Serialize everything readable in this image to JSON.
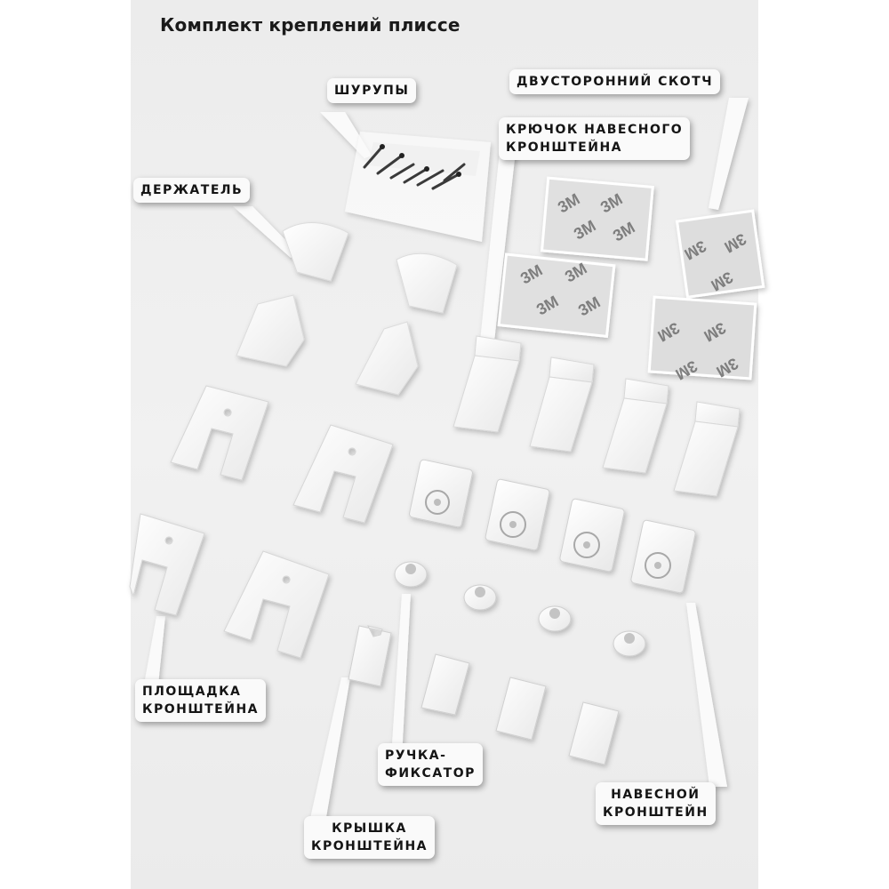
{
  "title": "Комплект креплений плиссе",
  "labels": {
    "screws": "шурупы",
    "tape": "двусторонний скотч",
    "hook_line1": "крючок навесного",
    "hook_line2": "кронштейна",
    "holder": "держатель",
    "pad_line1": "площадка",
    "pad_line2": "кронштейна",
    "handle_line1": "ручка-",
    "handle_line2": "фиксатор",
    "hanging_line1": "навесной",
    "hanging_line2": "кронштейн",
    "cover_line1": "крышка",
    "cover_line2": "кронштейна"
  },
  "tape_brand": "3M",
  "colors": {
    "background": "#ececec",
    "part": "#f7f7f7",
    "callout": "#fafafa",
    "text": "#151515"
  }
}
